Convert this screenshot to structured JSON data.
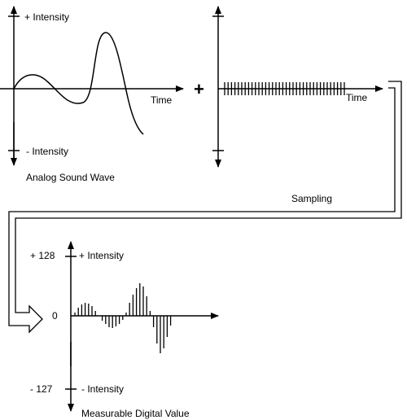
{
  "labels": {
    "plus_intensity": "+ Intensity",
    "minus_intensity": "- Intensity",
    "time": "Time",
    "analog": "Analog Sound Wave",
    "sampling": "Sampling",
    "plus": "+",
    "digital": "Measurable Digital Value",
    "max_value": "+ 128",
    "min_value": "- 127",
    "zero": "0"
  },
  "colors": {
    "ink": "#000000",
    "background": "#ffffff"
  }
}
